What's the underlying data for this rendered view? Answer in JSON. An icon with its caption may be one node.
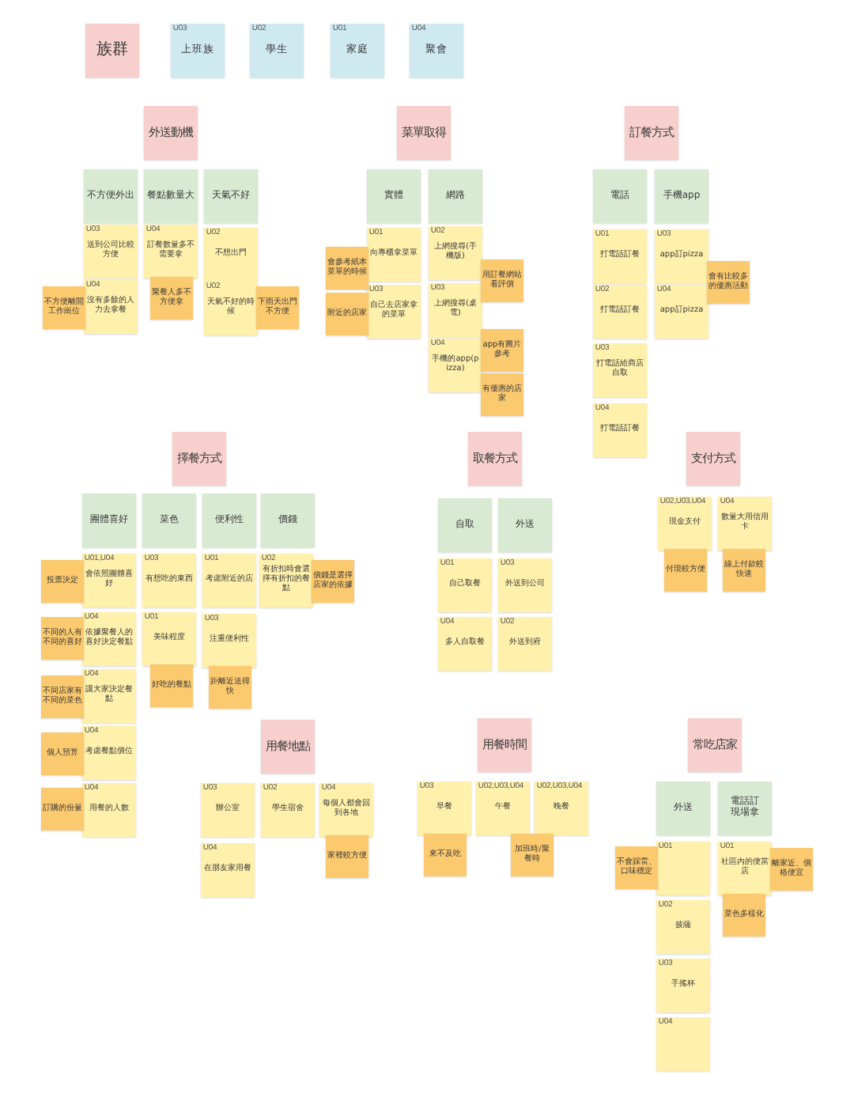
{
  "diagram": {
    "nodes": [
      {
        "text": [
          "族群"
        ]
      },
      {
        "text": [
          "U03",
          "上班族"
        ]
      },
      {
        "text": [
          "U02",
          "學生"
        ]
      },
      {
        "text": [
          "U01",
          "家庭"
        ]
      },
      {
        "text": [
          "U04",
          "聚會"
        ]
      },
      {
        "text": [
          "外送動機"
        ]
      },
      {
        "text": [
          "不方便外出"
        ]
      },
      {
        "text": [
          "餐點數量大"
        ]
      },
      {
        "text": [
          "天氣不好"
        ]
      },
      {
        "text": [
          "U03",
          "送到公司比較方便"
        ]
      },
      {
        "text": [
          "不方便離開工作崗位"
        ]
      },
      {
        "text": [
          "U04",
          "沒有多餘的人力去拿餐"
        ]
      },
      {
        "text": [
          "U04",
          "訂餐數量多不需要拿"
        ]
      },
      {
        "text": [
          "聚餐人多不方便拿"
        ]
      },
      {
        "text": [
          "U02",
          "不想出門"
        ]
      },
      {
        "text": [
          "U02",
          "天氣不好的時候"
        ]
      },
      {
        "text": [
          "下雨天出門不方便"
        ]
      },
      {
        "text": [
          "菜單取得"
        ]
      },
      {
        "text": [
          "實體"
        ]
      },
      {
        "text": [
          "網路"
        ]
      },
      {
        "text": [
          "會參考紙本菜單的時候"
        ]
      },
      {
        "text": [
          "U01",
          "向專櫃拿菜單"
        ]
      },
      {
        "text": [
          "附近的店家"
        ]
      },
      {
        "text": [
          "U03",
          "自己去店家拿的菜單"
        ]
      },
      {
        "text": [
          "U02",
          "上網搜尋(手機版)"
        ]
      },
      {
        "text": [
          "用訂餐網站看評價"
        ]
      },
      {
        "text": [
          "U03",
          "上網搜尋(桌電)"
        ]
      },
      {
        "text": [
          "U04",
          "手機的app(pizza)"
        ]
      },
      {
        "text": [
          "app有圖片參考"
        ]
      },
      {
        "text": [
          "有優惠的店家"
        ]
      },
      {
        "text": [
          "訂餐方式"
        ]
      },
      {
        "text": [
          "電話"
        ]
      },
      {
        "text": [
          "手機app"
        ]
      },
      {
        "text": [
          "U01",
          "打電話訂餐"
        ]
      },
      {
        "text": [
          "U02",
          "打電話訂餐"
        ]
      },
      {
        "text": [
          "U03",
          "打電話給商店自取"
        ]
      },
      {
        "text": [
          "U04",
          "打電話訂餐"
        ]
      },
      {
        "text": [
          "U03",
          "app訂pizza"
        ]
      },
      {
        "text": [
          "會有比較多的優惠活動"
        ]
      },
      {
        "text": [
          "U04",
          "app訂pizza"
        ]
      },
      {
        "text": [
          "擇餐方式"
        ]
      },
      {
        "text": [
          "團體喜好"
        ]
      },
      {
        "text": [
          "菜色"
        ]
      },
      {
        "text": [
          "便利性"
        ]
      },
      {
        "text": [
          "價錢"
        ]
      },
      {
        "text": [
          "投票決定"
        ]
      },
      {
        "text": [
          "U01,U04",
          "會依照團體喜好"
        ]
      },
      {
        "text": [
          "不同的人有不同的喜好"
        ]
      },
      {
        "text": [
          "U04",
          "依據聚餐人的喜好決定餐點"
        ]
      },
      {
        "text": [
          "不同店家有不同的菜色"
        ]
      },
      {
        "text": [
          "U04",
          "讓大家決定餐點"
        ]
      },
      {
        "text": [
          "個人預算"
        ]
      },
      {
        "text": [
          "U04",
          "考慮餐點價位"
        ]
      },
      {
        "text": [
          "訂購的份量"
        ]
      },
      {
        "text": [
          "U04",
          "用餐的人數"
        ]
      },
      {
        "text": [
          "U03",
          "有想吃的東西"
        ]
      },
      {
        "text": [
          "U01",
          "美味程度"
        ]
      },
      {
        "text": [
          "好吃的餐點"
        ]
      },
      {
        "text": [
          "U01",
          "考慮附近的店"
        ]
      },
      {
        "text": [
          "U03",
          "注重便利性"
        ]
      },
      {
        "text": [
          "距離近送得快"
        ]
      },
      {
        "text": [
          "U02",
          "有折扣時會選擇有折扣的餐點"
        ]
      },
      {
        "text": [
          "價錢是選擇店家的依據"
        ]
      },
      {
        "text": [
          "取餐方式"
        ]
      },
      {
        "text": [
          "自取"
        ]
      },
      {
        "text": [
          "外送"
        ]
      },
      {
        "text": [
          "U01",
          "自己取餐"
        ]
      },
      {
        "text": [
          "U04",
          "多人自取餐"
        ]
      },
      {
        "text": [
          "U03",
          "外送到公司"
        ]
      },
      {
        "text": [
          "U02",
          "外送到府"
        ]
      },
      {
        "text": [
          "支付方式"
        ]
      },
      {
        "text": [
          "U02,U03,U04",
          "現金支付"
        ]
      },
      {
        "text": [
          "付現較方便"
        ]
      },
      {
        "text": [
          "U04",
          "數量大用信用卡"
        ]
      },
      {
        "text": [
          "線上付款較快速"
        ]
      },
      {
        "text": [
          "用餐地點"
        ]
      },
      {
        "text": [
          "U03",
          "辦公室"
        ]
      },
      {
        "text": [
          "U02",
          "學生宿舍"
        ]
      },
      {
        "text": [
          "U04",
          "每個人都會回到各地"
        ]
      },
      {
        "text": [
          "家裡較方便"
        ]
      },
      {
        "text": [
          "U04",
          "在朋友家用餐"
        ]
      },
      {
        "text": [
          "用餐時間"
        ]
      },
      {
        "text": [
          "U03",
          "早餐"
        ]
      },
      {
        "text": [
          "來不及吃"
        ]
      },
      {
        "text": [
          "U02,U03,U04",
          "午餐"
        ]
      },
      {
        "text": [
          "U02,U03,U04",
          "晚餐"
        ]
      },
      {
        "text": [
          "加班時/聚餐時"
        ]
      },
      {
        "text": [
          "常吃店家"
        ]
      },
      {
        "text": [
          "外送"
        ]
      },
      {
        "text": [
          "電話訂現場拿"
        ]
      },
      {
        "text": [
          "不會踩雷、口味穩定"
        ]
      },
      {
        "text": [
          "U01"
        ]
      },
      {
        "text": [
          "U02",
          "披薩"
        ]
      },
      {
        "text": [
          "U03",
          "手搖杯"
        ]
      },
      {
        "text": [
          "U04"
        ]
      },
      {
        "text": [
          "U01",
          "社區內的便當店"
        ]
      },
      {
        "text": [
          "離家近、價格便宜"
        ]
      },
      {
        "text": [
          "菜色多樣化"
        ]
      }
    ]
  }
}
